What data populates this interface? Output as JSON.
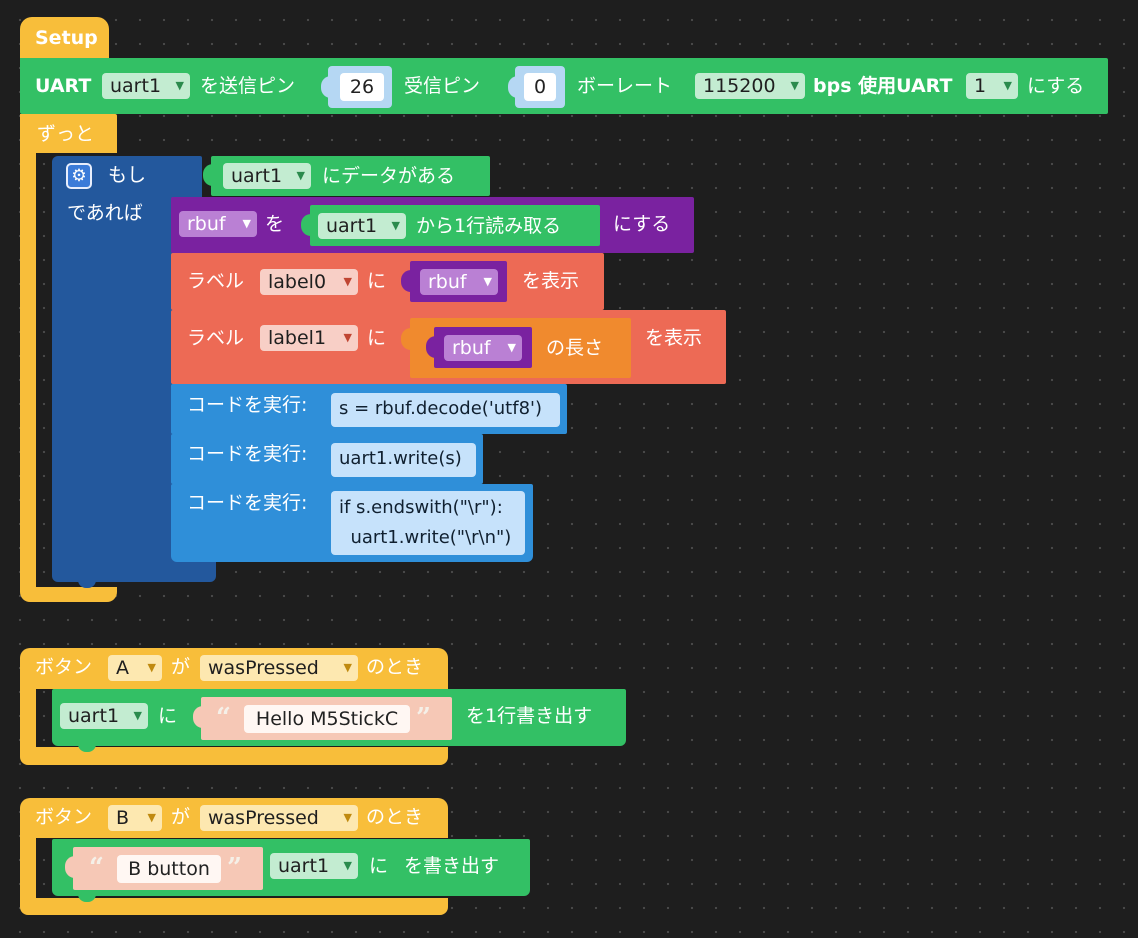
{
  "setup": {
    "hat_label": "Setup",
    "uart_prefix": "UART",
    "uart_var": "uart1",
    "tx_label": "を送信ピン",
    "tx_pin": "26",
    "rx_label": "受信ピン",
    "rx_pin": "0",
    "baud_label": "ボーレート",
    "baud": "115200",
    "bps_label": "bps 使用UART",
    "uart_num": "1",
    "suffix": "にする"
  },
  "forever": {
    "label": "ずっと",
    "if_block": {
      "if_label": "もし",
      "then_label": "であれば",
      "cond_var": "uart1",
      "cond_text": "にデータがある",
      "assign": {
        "var": "rbuf",
        "wo": "を",
        "src_var": "uart1",
        "src_text": "から1行読み取る",
        "suffix": "にする"
      },
      "label0": {
        "prefix": "ラベル",
        "label_var": "label0",
        "ni": "に",
        "value_var": "rbuf",
        "suffix": "を表示"
      },
      "label1": {
        "prefix": "ラベル",
        "label_var": "label1",
        "ni": "に",
        "value_var": "rbuf",
        "len_text": "の長さ",
        "suffix": "を表示"
      },
      "exec1": {
        "label": "コードを実行:",
        "code": "s = rbuf.decode('utf8')"
      },
      "exec2": {
        "label": "コードを実行:",
        "code": "uart1.write(s)"
      },
      "exec3": {
        "label": "コードを実行:",
        "code_line1": "if s.endswith(\"\\r\"):",
        "code_line2": "  uart1.write(\"\\r\\n\")"
      }
    }
  },
  "button_a": {
    "prefix": "ボタン",
    "button": "A",
    "ga": "が",
    "event": "wasPressed",
    "suffix": "のとき",
    "body": {
      "uart_var": "uart1",
      "ni": "に",
      "text": "Hello M5StickC",
      "suffix": "を1行書き出す"
    }
  },
  "button_b": {
    "prefix": "ボタン",
    "button": "B",
    "ga": "が",
    "event": "wasPressed",
    "suffix": "のとき",
    "body": {
      "text": "B button",
      "uart_var": "uart1",
      "ni": "に",
      "suffix": "を書き出す"
    }
  },
  "colors": {
    "event_yellow": "#f8be3a",
    "uart_green": "#33c065",
    "logic_blue": "#23589d",
    "var_purple": "#7a22a0",
    "label_red": "#ed6a55",
    "text_orange": "#f08a2e",
    "exec_blue": "#2f8fd9",
    "background": "#1e1e1e"
  },
  "icons": {
    "if_settings": "gear-icon",
    "dropdown": "triangle-down-icon",
    "open_quote": "open-quote-icon",
    "close_quote": "close-quote-icon"
  }
}
